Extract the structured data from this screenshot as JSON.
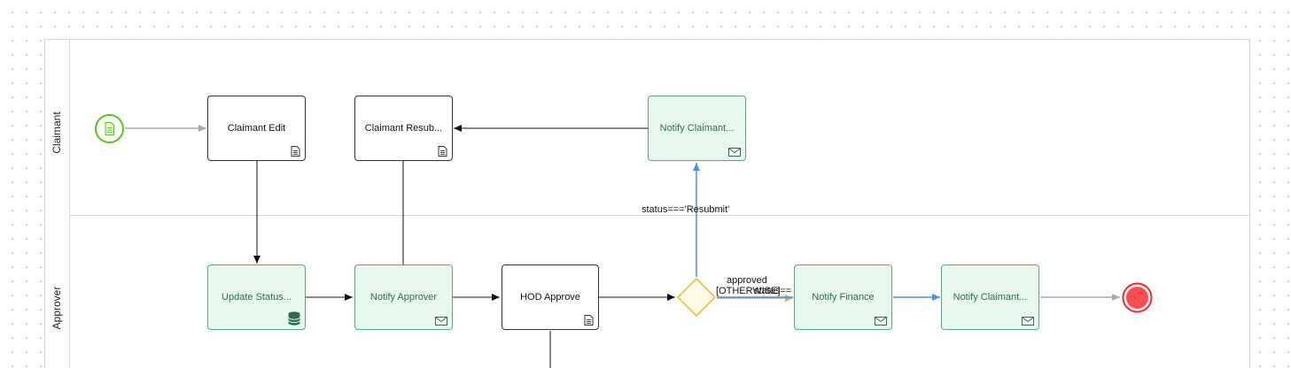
{
  "lanes": {
    "claimant": "Claimant",
    "approver": "Approver"
  },
  "tasks": {
    "claimant_edit": "Claimant Edit",
    "claimant_resubmit": "Claimant Resub...",
    "notify_claimant_top": "Notify Claimant...",
    "update_status": "Update Status...",
    "notify_approver": "Notify Approver",
    "hod_approve": "HOD Approve",
    "notify_finance": "Notify Finance",
    "notify_claimant_bottom": "Notify Claimant..."
  },
  "edge_labels": {
    "resubmit": "status==='Resubmit'",
    "approved": "approved",
    "otherwise": "[OTHERWISE]",
    "status_eq": "status=="
  },
  "colors": {
    "service_fill": "#e9f8ee",
    "service_border": "#5fa57b",
    "service_text": "#2d6a4f",
    "flow_default": "#111111",
    "flow_gray": "#aaaaaa",
    "flow_blue": "#4a90e2",
    "flow_orange": "#d9a36a",
    "gateway": "#f0b429",
    "start": "#52c41a",
    "end": "#f5222d"
  }
}
